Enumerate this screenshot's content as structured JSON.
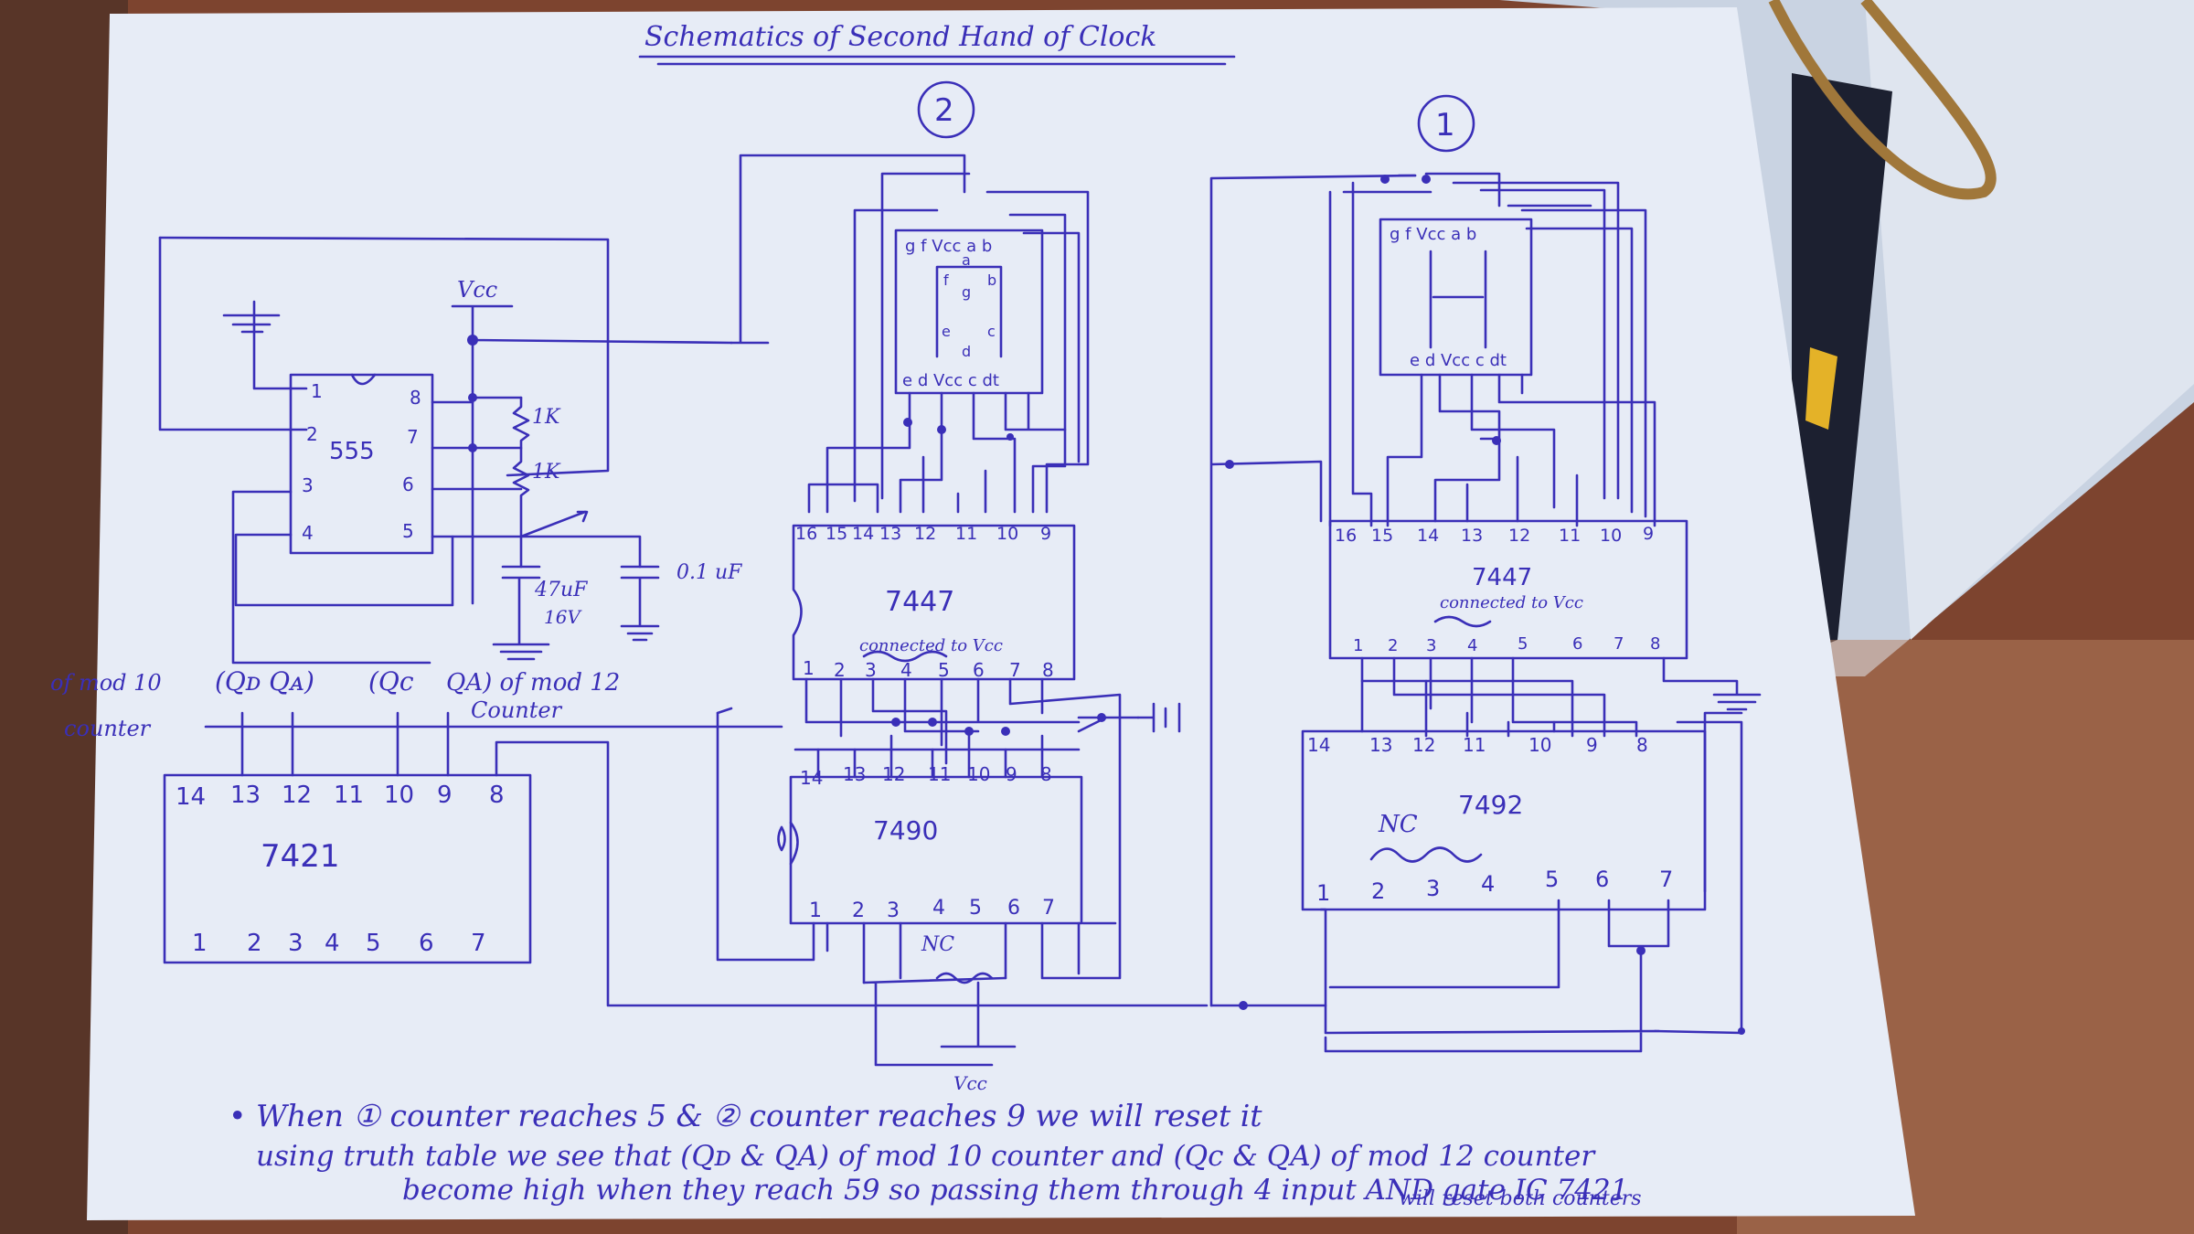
{
  "title": "Schematics of Second Hand of Clock",
  "ref_marks": [
    "2",
    "1"
  ],
  "vcc_label": "Vcc",
  "ic_555": {
    "name": "555",
    "left_pins": [
      "1",
      "2",
      "3",
      "4"
    ],
    "right_pins": [
      "8",
      "7",
      "6",
      "5"
    ]
  },
  "resistors": [
    "1K",
    "1K"
  ],
  "capacitors": [
    "47uF",
    "16V",
    "0.1 uF"
  ],
  "ic_7421": {
    "name": "7421",
    "top_pins": [
      "14",
      "13",
      "12",
      "11",
      "10",
      "9",
      "8"
    ],
    "bottom_pins": [
      "1",
      "2",
      "3",
      "4",
      "5",
      "6",
      "7"
    ]
  },
  "inputs_7421": {
    "mod10_group": "(Qᴅ Qᴀ)",
    "mod10_label": "of mod 10",
    "mod10_label2": "counter",
    "mod12_qc": "(Qc",
    "mod12_qa": "QA) of mod 12",
    "mod12_label2": "Counter"
  },
  "decoder_2": {
    "name": "7447",
    "note": "connected to Vcc",
    "top_pins": [
      "16",
      "15",
      "14",
      "13",
      "12",
      "11",
      "10",
      "9"
    ],
    "bottom_pins": [
      "1",
      "2",
      "3",
      "4",
      "5",
      "6",
      "7",
      "8"
    ]
  },
  "decoder_1": {
    "name": "7447",
    "note": "connected to Vcc",
    "top_pins": [
      "16",
      "15",
      "14",
      "13",
      "12",
      "11",
      "10",
      "9"
    ],
    "bottom_pins": [
      "1",
      "2",
      "3",
      "4",
      "5",
      "6",
      "7",
      "8"
    ]
  },
  "display_2": {
    "top_pins": [
      "g",
      "f",
      "Vcc",
      "a",
      "b"
    ],
    "segments": [
      "a",
      "f",
      "g",
      "b",
      "e",
      "c",
      "d"
    ],
    "bottom_pins": [
      "e",
      "d",
      "Vcc",
      "c",
      "dt"
    ]
  },
  "display_1": {
    "top_pins": [
      "g",
      "f",
      "Vcc",
      "a",
      "b"
    ],
    "bottom_pins": [
      "e",
      "d",
      "Vcc",
      "c",
      "dt"
    ]
  },
  "counter_7490": {
    "name": "7490",
    "top_pins": [
      "14",
      "13",
      "12",
      "11",
      "10",
      "9",
      "8"
    ],
    "bottom_pins": [
      "1",
      "2",
      "3",
      "4",
      "5",
      "6",
      "7"
    ],
    "nc": "NC"
  },
  "counter_7492": {
    "name": "7492",
    "top_pins": [
      "14",
      "13",
      "12",
      "11",
      "10",
      "9",
      "8"
    ],
    "bottom_pins": [
      "1",
      "2",
      "3",
      "4",
      "5",
      "6",
      "7"
    ],
    "nc": "NC"
  },
  "notes": {
    "line1": "• When ① counter reaches 5 & ② counter reaches 9 we will reset it",
    "line2": "using truth table we see that (Qᴅ & QA) of mod 10 counter and (Qc & QA) of mod 12 counter",
    "line3": "become high when they reach 59 so passing them through 4 input AND gate IC 7421",
    "line4": "will reset both counters"
  },
  "colors": {
    "ink": "#3a2fb8",
    "paper": "#e9edf7",
    "fabric": "#7a4030"
  }
}
